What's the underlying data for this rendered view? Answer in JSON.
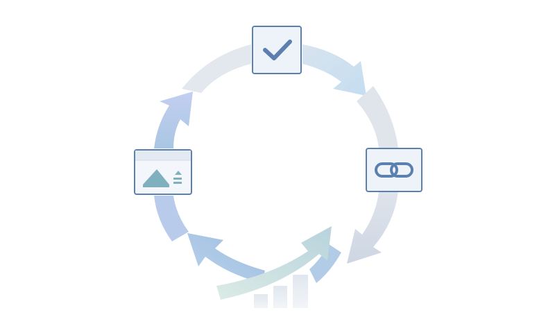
{
  "diagram": {
    "type": "cycle",
    "colors": {
      "background": "#ffffff",
      "node_border": "#5b7fae",
      "node_fill": "#eef3f9",
      "icon": "#5b7fae",
      "image_icon": "#7fb0bd",
      "arrow_blue": "#c8d8ef",
      "arrow_light_blue": "#cfe3f3",
      "arrow_gray": "#d9dfe8",
      "growth_start": "#d6e8e4",
      "growth_end": "#bcd8dd",
      "bars": "#dde5ec"
    },
    "nodes": [
      {
        "id": "top",
        "icon": "check-icon"
      },
      {
        "id": "right",
        "icon": "link-icon"
      },
      {
        "id": "left",
        "icon": "image-window-icon"
      }
    ],
    "center_graphic": {
      "icon": "growth-arrow-with-bars"
    }
  }
}
